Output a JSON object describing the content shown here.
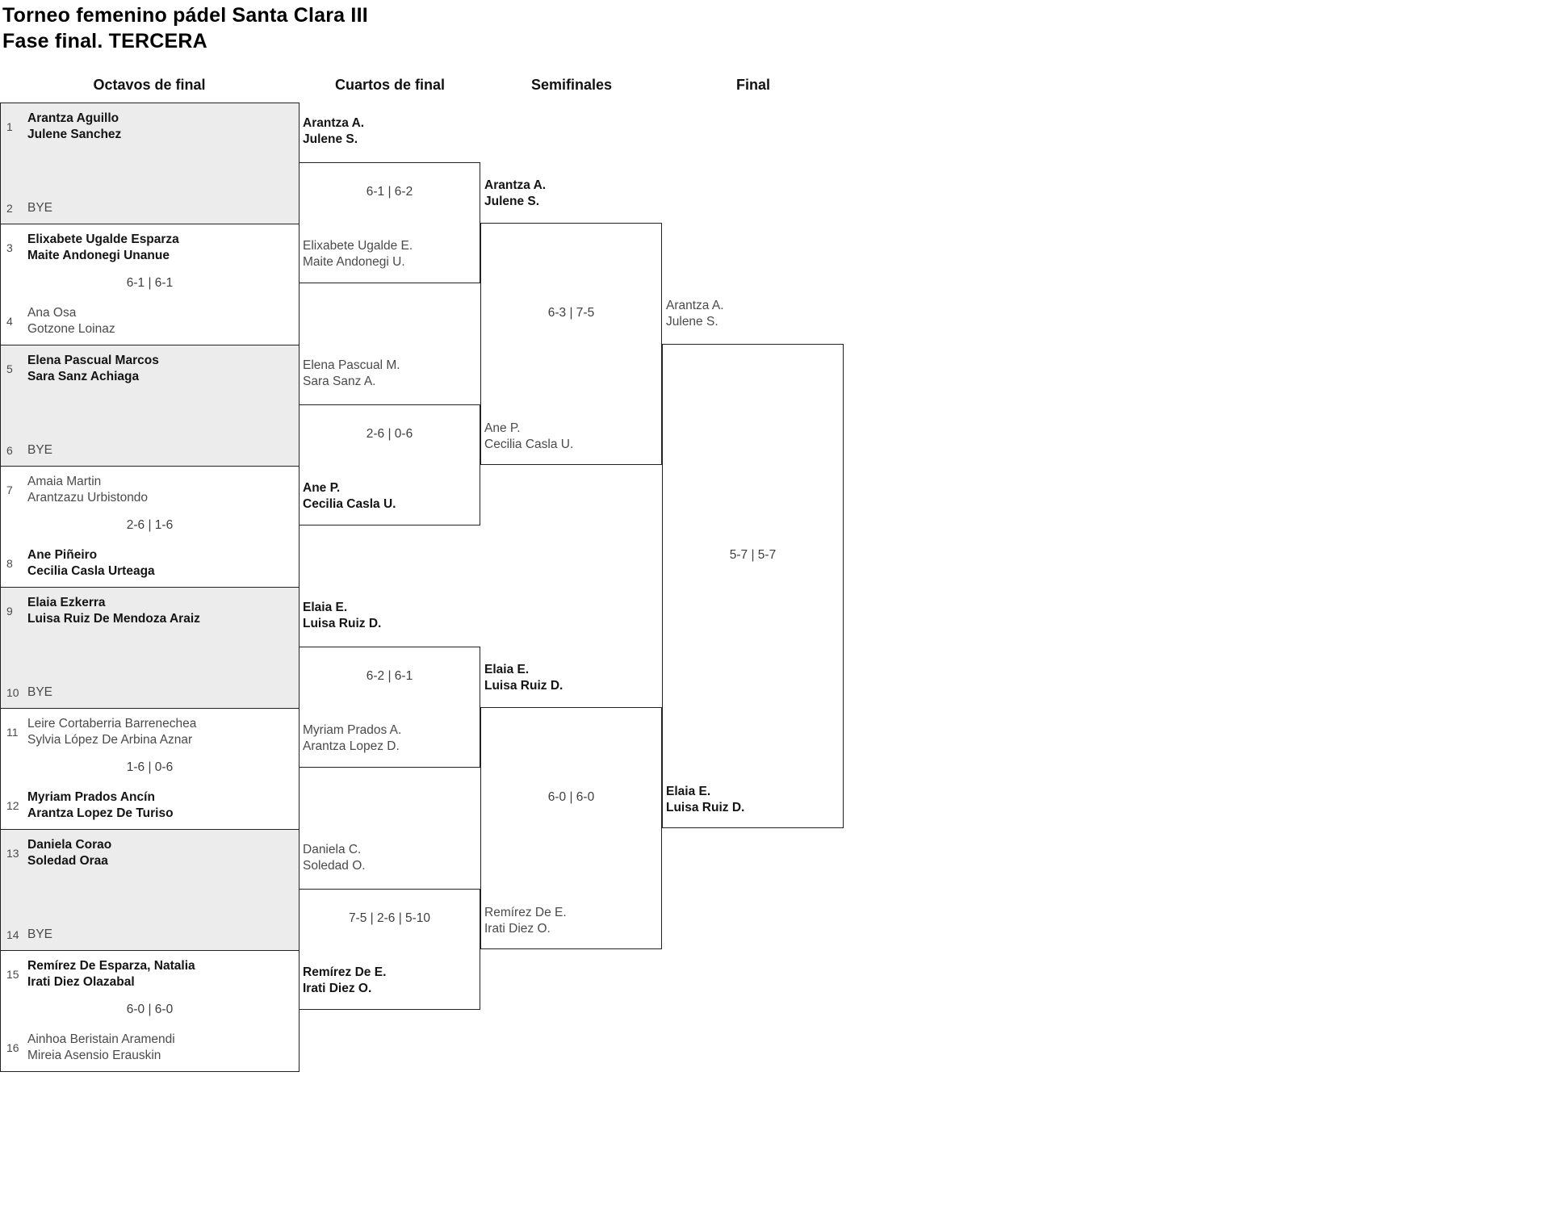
{
  "title": "Torneo femenino pádel Santa Clara III",
  "subtitle": "Fase final. TERCERA",
  "headers": {
    "octavos": "Octavos de final",
    "cuartos": "Cuartos de final",
    "semifinales": "Semifinales",
    "final": "Final"
  },
  "octavos": [
    {
      "seed1": "1",
      "team1": "Arantza Aguillo\nJulene Sanchez",
      "score": "",
      "seed2": "2",
      "team2": "BYE"
    },
    {
      "seed1": "3",
      "team1": "Elixabete Ugalde Esparza\nMaite Andonegi Unanue",
      "score": "6-1 | 6-1",
      "seed2": "4",
      "team2": "Ana Osa\nGotzone Loinaz"
    },
    {
      "seed1": "5",
      "team1": "Elena Pascual Marcos\nSara Sanz Achiaga",
      "score": "",
      "seed2": "6",
      "team2": "BYE"
    },
    {
      "seed1": "7",
      "team1": "Amaia Martin\nArantzazu Urbistondo",
      "score": "2-6 | 1-6",
      "seed2": "8",
      "team2": "Ane Piñeiro\nCecilia Casla Urteaga"
    },
    {
      "seed1": "9",
      "team1": "Elaia Ezkerra\nLuisa Ruiz De Mendoza Araiz",
      "score": "",
      "seed2": "10",
      "team2": "BYE"
    },
    {
      "seed1": "11",
      "team1": "Leire Cortaberria Barrenechea\nSylvia López De Arbina Aznar",
      "score": "1-6 | 0-6",
      "seed2": "12",
      "team2": "Myriam Prados Ancín\nArantza Lopez De Turiso"
    },
    {
      "seed1": "13",
      "team1": "Daniela Corao\nSoledad Oraa",
      "score": "",
      "seed2": "14",
      "team2": "BYE"
    },
    {
      "seed1": "15",
      "team1": "Remírez De Esparza, Natalia\nIrati Diez Olazabal",
      "score": "6-0 | 6-0",
      "seed2": "16",
      "team2": "Ainhoa Beristain Aramendi\nMireia Asensio Erauskin"
    }
  ],
  "cuartos": [
    {
      "team1": "Arantza A.\nJulene S.",
      "score": "6-1 | 6-2",
      "team2": "Elixabete Ugalde E.\nMaite Andonegi U."
    },
    {
      "team1": "Elena Pascual M.\nSara Sanz A.",
      "score": "2-6 | 0-6",
      "team2": "Ane P.\nCecilia Casla U."
    },
    {
      "team1": "Elaia E.\nLuisa Ruiz D.",
      "score": "6-2 | 6-1",
      "team2": "Myriam Prados A.\nArantza Lopez D."
    },
    {
      "team1": "Daniela C.\nSoledad O.",
      "score": "7-5 | 2-6 | 5-10",
      "team2": "Remírez De E.\nIrati Diez O."
    }
  ],
  "semifinales": [
    {
      "team1": "Arantza A.\nJulene S.",
      "score": "6-3 | 7-5",
      "team2": "Ane P.\nCecilia Casla U."
    },
    {
      "team1": "Elaia E.\nLuisa Ruiz D.",
      "score": "6-0 | 6-0",
      "team2": "Remírez De E.\nIrati Diez O."
    }
  ],
  "final": {
    "team1": "Arantza A.\nJulene S.",
    "score": "5-7 | 5-7",
    "team2": "Elaia E.\nLuisa Ruiz D."
  },
  "colors": {
    "grey_box": "#ececec",
    "border": "#222222",
    "bold_text": "#141414",
    "regular_text": "#4a4a4a"
  }
}
